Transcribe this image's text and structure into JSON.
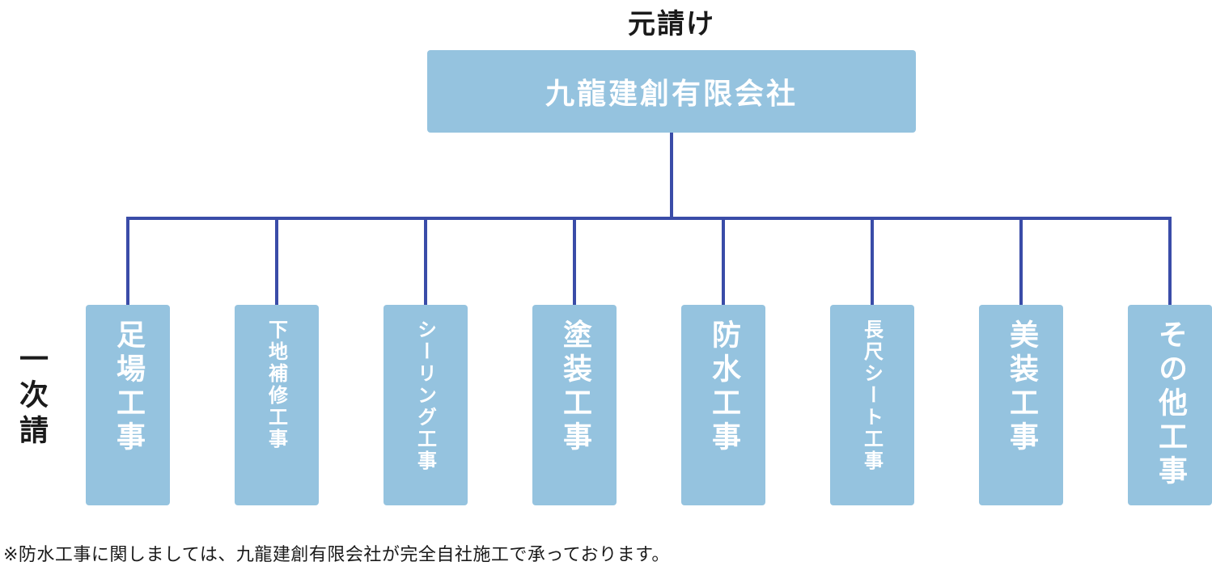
{
  "colors": {
    "box_fill": "#95c3df",
    "connector": "#3a4ca8",
    "text_dark": "#1a1a1a",
    "text_light": "#ffffff"
  },
  "top_label": "元請け",
  "root": {
    "label": "九龍建創有限会社"
  },
  "side_label": "一次請",
  "children": [
    {
      "label": "足場工事",
      "size": "large"
    },
    {
      "label": "下地補修工事",
      "size": "small"
    },
    {
      "label": "シーリング工事",
      "size": "small"
    },
    {
      "label": "塗装工事",
      "size": "large"
    },
    {
      "label": "防水工事",
      "size": "large"
    },
    {
      "label": "長尺シート工事",
      "size": "small"
    },
    {
      "label": "美装工事",
      "size": "large"
    },
    {
      "label": "その他工事",
      "size": "large"
    }
  ],
  "footnote": "※防水工事に関しましては、九龍建創有限会社が完全自社施工で承っております。"
}
